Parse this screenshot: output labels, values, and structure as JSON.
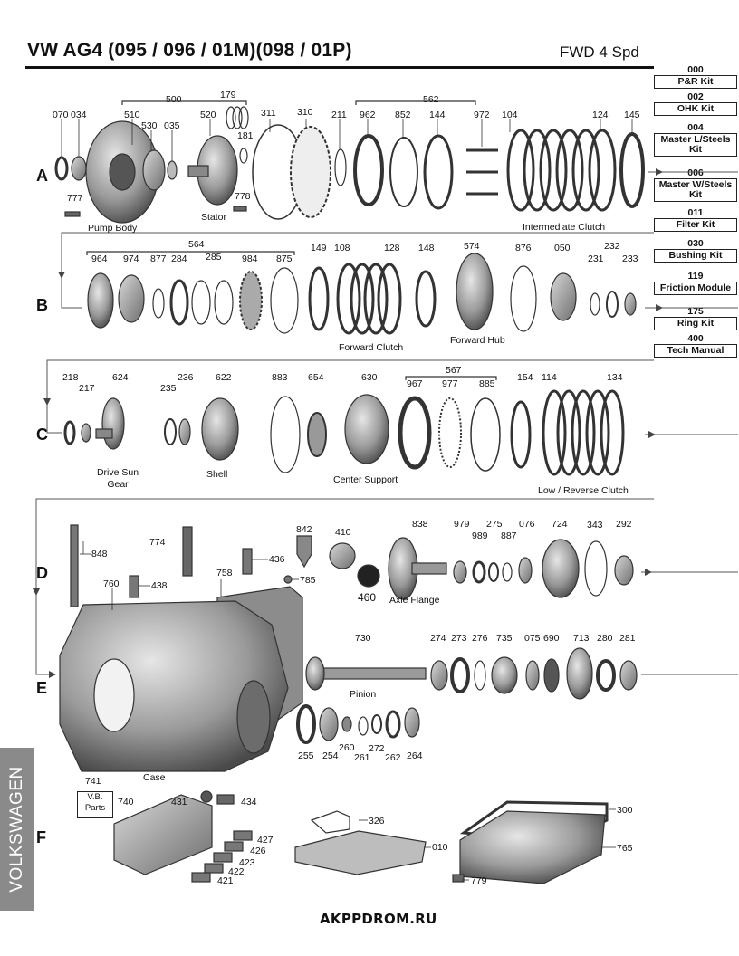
{
  "header": {
    "title": "VW AG4 (095 / 096 / 01M)(098 / 01P)",
    "subtitle": "FWD 4 Spd"
  },
  "kits": [
    {
      "code": "000",
      "label": "P&R Kit"
    },
    {
      "code": "002",
      "label": "OHK Kit"
    },
    {
      "code": "004",
      "label": "Master L/Steels Kit"
    },
    {
      "code": "006",
      "label": "Master W/Steels Kit"
    },
    {
      "code": "011",
      "label": "Filter Kit"
    },
    {
      "code": "030",
      "label": "Bushing Kit"
    },
    {
      "code": "119",
      "label": "Friction Module"
    },
    {
      "code": "175",
      "label": "Ring Kit"
    },
    {
      "code": "400",
      "label": "Tech Manual"
    }
  ],
  "rows": [
    "A",
    "B",
    "C",
    "D",
    "E",
    "F"
  ],
  "part_numbers": {
    "a": [
      "070",
      "034",
      "500",
      "510",
      "530",
      "035",
      "520",
      "179",
      "181",
      "311",
      "310",
      "211",
      "562",
      "962",
      "852",
      "144",
      "972",
      "104",
      "124",
      "145",
      "777",
      "778"
    ],
    "b": [
      "564",
      "964",
      "974",
      "877",
      "284",
      "285",
      "984",
      "875",
      "149",
      "108",
      "128",
      "148",
      "574",
      "876",
      "050",
      "231",
      "232",
      "233"
    ],
    "c": [
      "218",
      "217",
      "624",
      "235",
      "236",
      "622",
      "883",
      "654",
      "630",
      "567",
      "967",
      "977",
      "885",
      "154",
      "114",
      "134"
    ],
    "d": [
      "848",
      "774",
      "436",
      "438",
      "760",
      "758",
      "842",
      "785",
      "410",
      "460",
      "838",
      "979",
      "989",
      "275",
      "887",
      "076",
      "724",
      "343",
      "292"
    ],
    "e": [
      "730",
      "274",
      "273",
      "276",
      "735",
      "075",
      "690",
      "713",
      "280",
      "281",
      "255",
      "254",
      "260",
      "261",
      "272",
      "262",
      "264"
    ],
    "f": [
      "741",
      "740",
      "431",
      "434",
      "427",
      "426",
      "423",
      "422",
      "421",
      "326",
      "010",
      "300",
      "765",
      "779"
    ]
  },
  "captions": {
    "pump_body": "Pump Body",
    "stator": "Stator",
    "intermediate_clutch": "Intermediate Clutch",
    "forward_clutch": "Forward Clutch",
    "forward_hub": "Forward Hub",
    "drive_sun_gear": "Drive Sun Gear",
    "shell": "Shell",
    "center_support": "Center Support",
    "low_reverse_clutch": "Low / Reverse Clutch",
    "axle_flange": "Axle Flange",
    "pinion": "Pinion",
    "case": "Case",
    "vb_parts": "V.B. Parts"
  },
  "side_label": "VOLKSWAGEN",
  "footer": "AKPPDROM.RU"
}
